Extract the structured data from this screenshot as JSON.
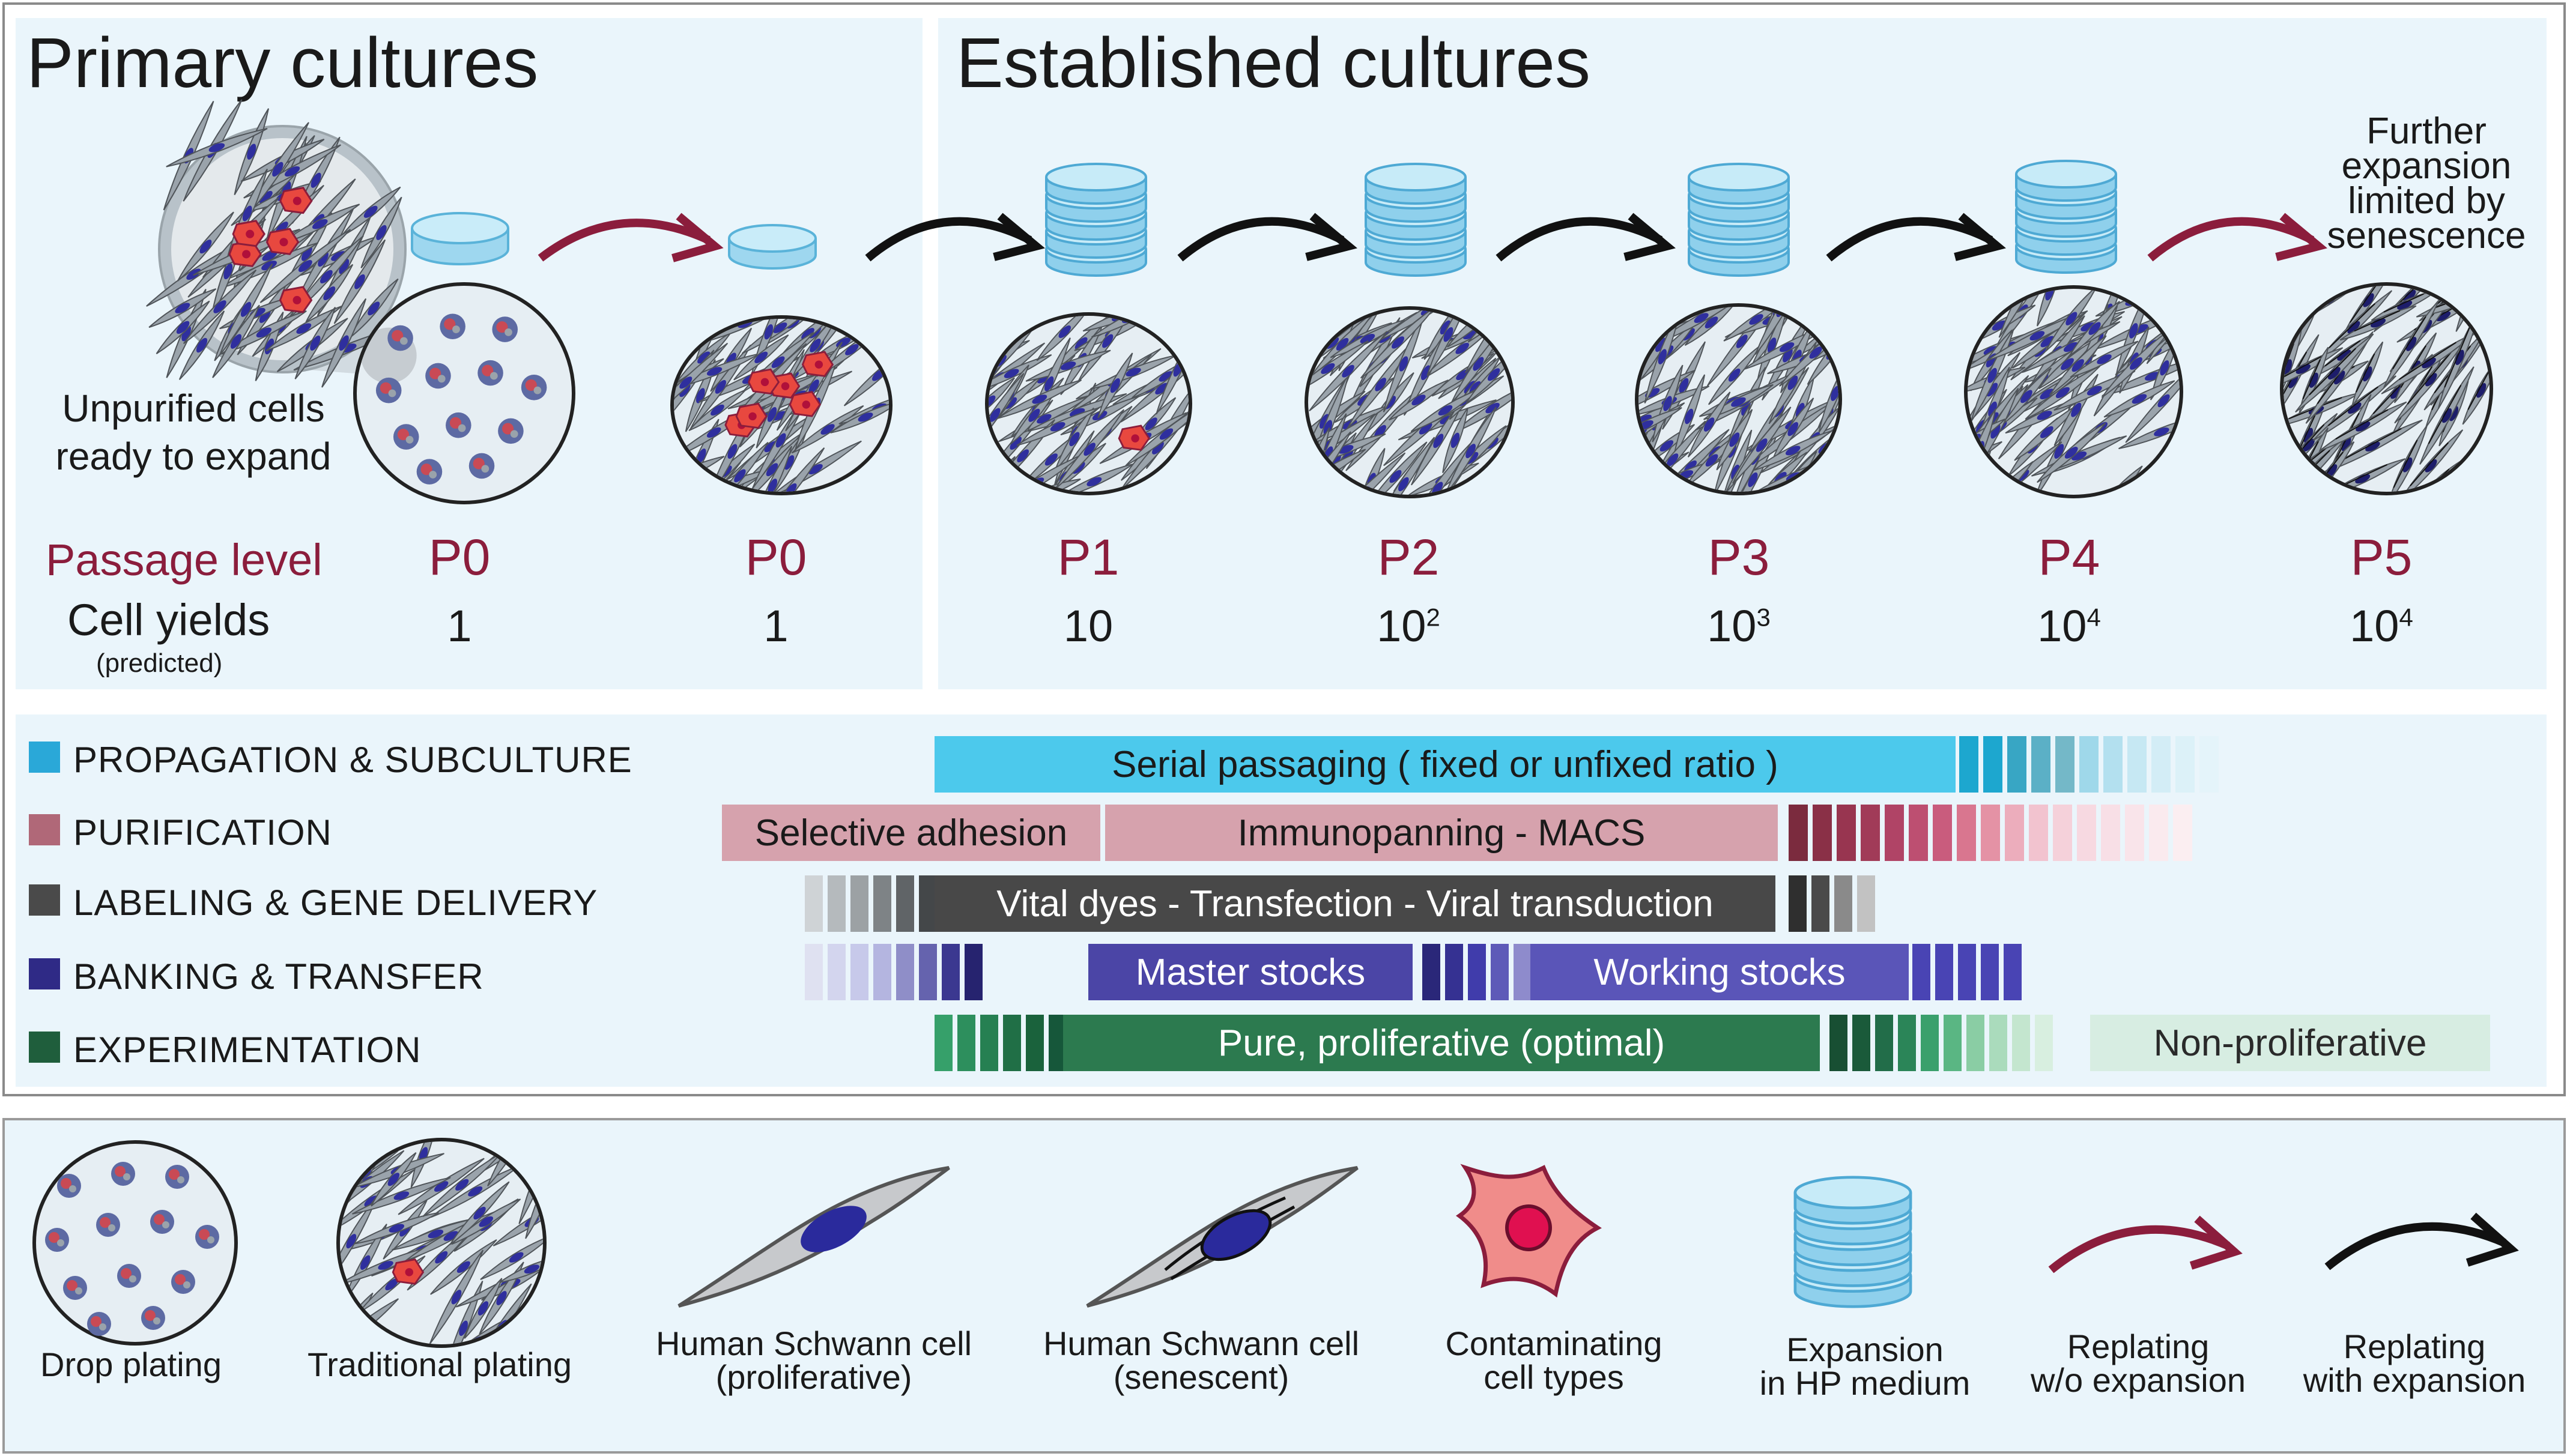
{
  "titles": {
    "primary": "Primary cultures",
    "established": "Established cultures"
  },
  "unpurified": {
    "line1": "Unpurified cells",
    "line2": "ready to expand"
  },
  "further": {
    "line1": "Further",
    "line2": "expansion",
    "line3": "limited by",
    "line4": "senescence"
  },
  "rows": {
    "passage_label": "Passage level",
    "yields_label": "Cell yields",
    "yields_sub": "(predicted)"
  },
  "passages": [
    {
      "p": "P0",
      "y": "1"
    },
    {
      "p": "P0",
      "y": "1"
    },
    {
      "p": "P1",
      "y": "10"
    },
    {
      "p": "P2",
      "y": "10",
      "exp": "2"
    },
    {
      "p": "P3",
      "y": "10",
      "exp": "3"
    },
    {
      "p": "P4",
      "y": "10",
      "exp": "4"
    },
    {
      "p": "P5",
      "y": "10",
      "exp": "4"
    }
  ],
  "categories": [
    {
      "label": "PROPAGATION & SUBCULTURE",
      "color": "#2aa8d8"
    },
    {
      "label": "PURIFICATION",
      "color": "#b06878"
    },
    {
      "label": "LABELING & GENE DELIVERY",
      "color": "#4a4a4a"
    },
    {
      "label": "BANKING & TRANSFER",
      "color": "#2f2a86"
    },
    {
      "label": "EXPERIMENTATION",
      "color": "#1f5e3c"
    }
  ],
  "bars": {
    "serial": "Serial passaging ( fixed or unfixed ratio )",
    "selective": "Selective adhesion",
    "immuno": "Immunopanning - MACS",
    "vital": "Vital dyes - Transfection - Viral transduction",
    "master": "Master stocks",
    "working": "Working stocks",
    "pure": "Pure, proliferative (optimal)",
    "nonprolif": "Non-proliferative"
  },
  "legend": [
    {
      "l1": "Drop plating",
      "l2": ""
    },
    {
      "l1": "Traditional plating",
      "l2": ""
    },
    {
      "l1": "Human Schwann cell",
      "l2": "(proliferative)"
    },
    {
      "l1": "Human Schwann cell",
      "l2": "(senescent)"
    },
    {
      "l1": "Contaminating",
      "l2": "cell types"
    },
    {
      "l1": "Expansion",
      "l2": "in HP medium"
    },
    {
      "l1": "Replating",
      "l2": "w/o expansion"
    },
    {
      "l1": "Replating",
      "l2": "with expansion"
    }
  ],
  "colors": {
    "maroon": "#8b1d3c",
    "cyan": "#48c8ec",
    "pink": "#d6a2ad",
    "dark": "#4a4a4a",
    "indigo": "#4b45a6",
    "green": "#2c7a4f",
    "mint": "#d8efe4"
  }
}
